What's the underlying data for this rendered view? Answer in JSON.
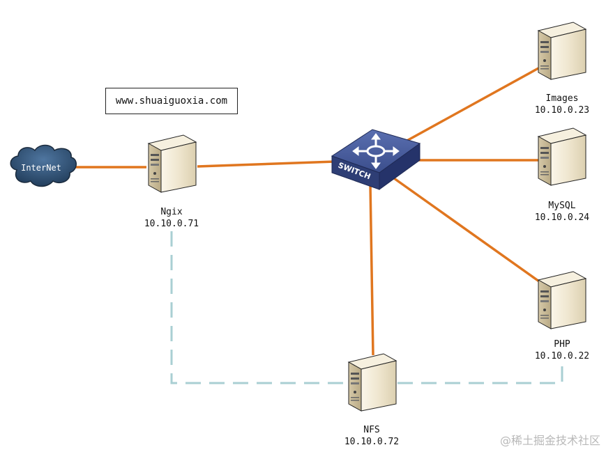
{
  "url_label": "www.shuaiguoxia.com",
  "internet": {
    "label": "InterNet"
  },
  "switch": {
    "label": "SWITCH"
  },
  "nodes": {
    "ngix": {
      "name": "Ngix",
      "ip": "10.10.0.71"
    },
    "images": {
      "name": "Images",
      "ip": "10.10.0.23"
    },
    "mysql": {
      "name": "MySQL",
      "ip": "10.10.0.24"
    },
    "php": {
      "name": "PHP",
      "ip": "10.10.0.22"
    },
    "nfs": {
      "name": "NFS",
      "ip": "10.10.0.72"
    }
  },
  "watermark": "@稀土掘金技术社区",
  "colors": {
    "link": "#e0761f",
    "dashed_link": "#a9cfd3",
    "switch": "#34467f",
    "cloud": "#2d4d6e"
  }
}
